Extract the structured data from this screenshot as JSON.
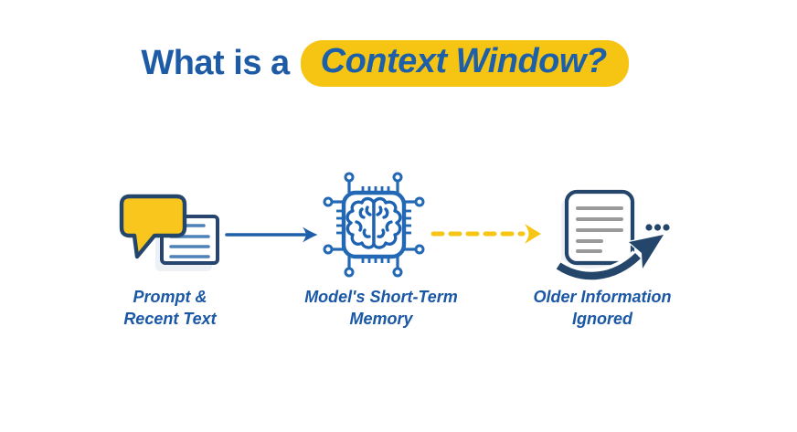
{
  "title": {
    "prefix": "What is a",
    "highlight": "Context Window?"
  },
  "steps": [
    {
      "id": "prompt",
      "icon": "chat-bubble-document-icon",
      "label_line1": "Prompt &",
      "label_line2": "Recent Text"
    },
    {
      "id": "memory",
      "icon": "brain-chip-icon",
      "label_line1": "Model's Short-Term",
      "label_line2": "Memory"
    },
    {
      "id": "ignored",
      "icon": "document-swoosh-arrow-icon",
      "label_line1": "Older Information",
      "label_line2": "Ignored"
    }
  ],
  "connectors": [
    {
      "from": "prompt",
      "to": "memory",
      "style": "solid",
      "color": "#1d5fa8"
    },
    {
      "from": "memory",
      "to": "ignored",
      "style": "dashed",
      "color": "#f6c514"
    }
  ],
  "icons": {
    "ellipsis": "three-dots-icon"
  },
  "colors": {
    "background": "#ffffff",
    "title_blue": "#1e5ba6",
    "label_blue": "#1a57a5",
    "highlight_yellow": "#f6c514",
    "chip_blue": "#2268b5",
    "navy": "#24466b",
    "doc_line_blue": "#4d82b8",
    "doc_line_gray": "#9a9a9a"
  }
}
